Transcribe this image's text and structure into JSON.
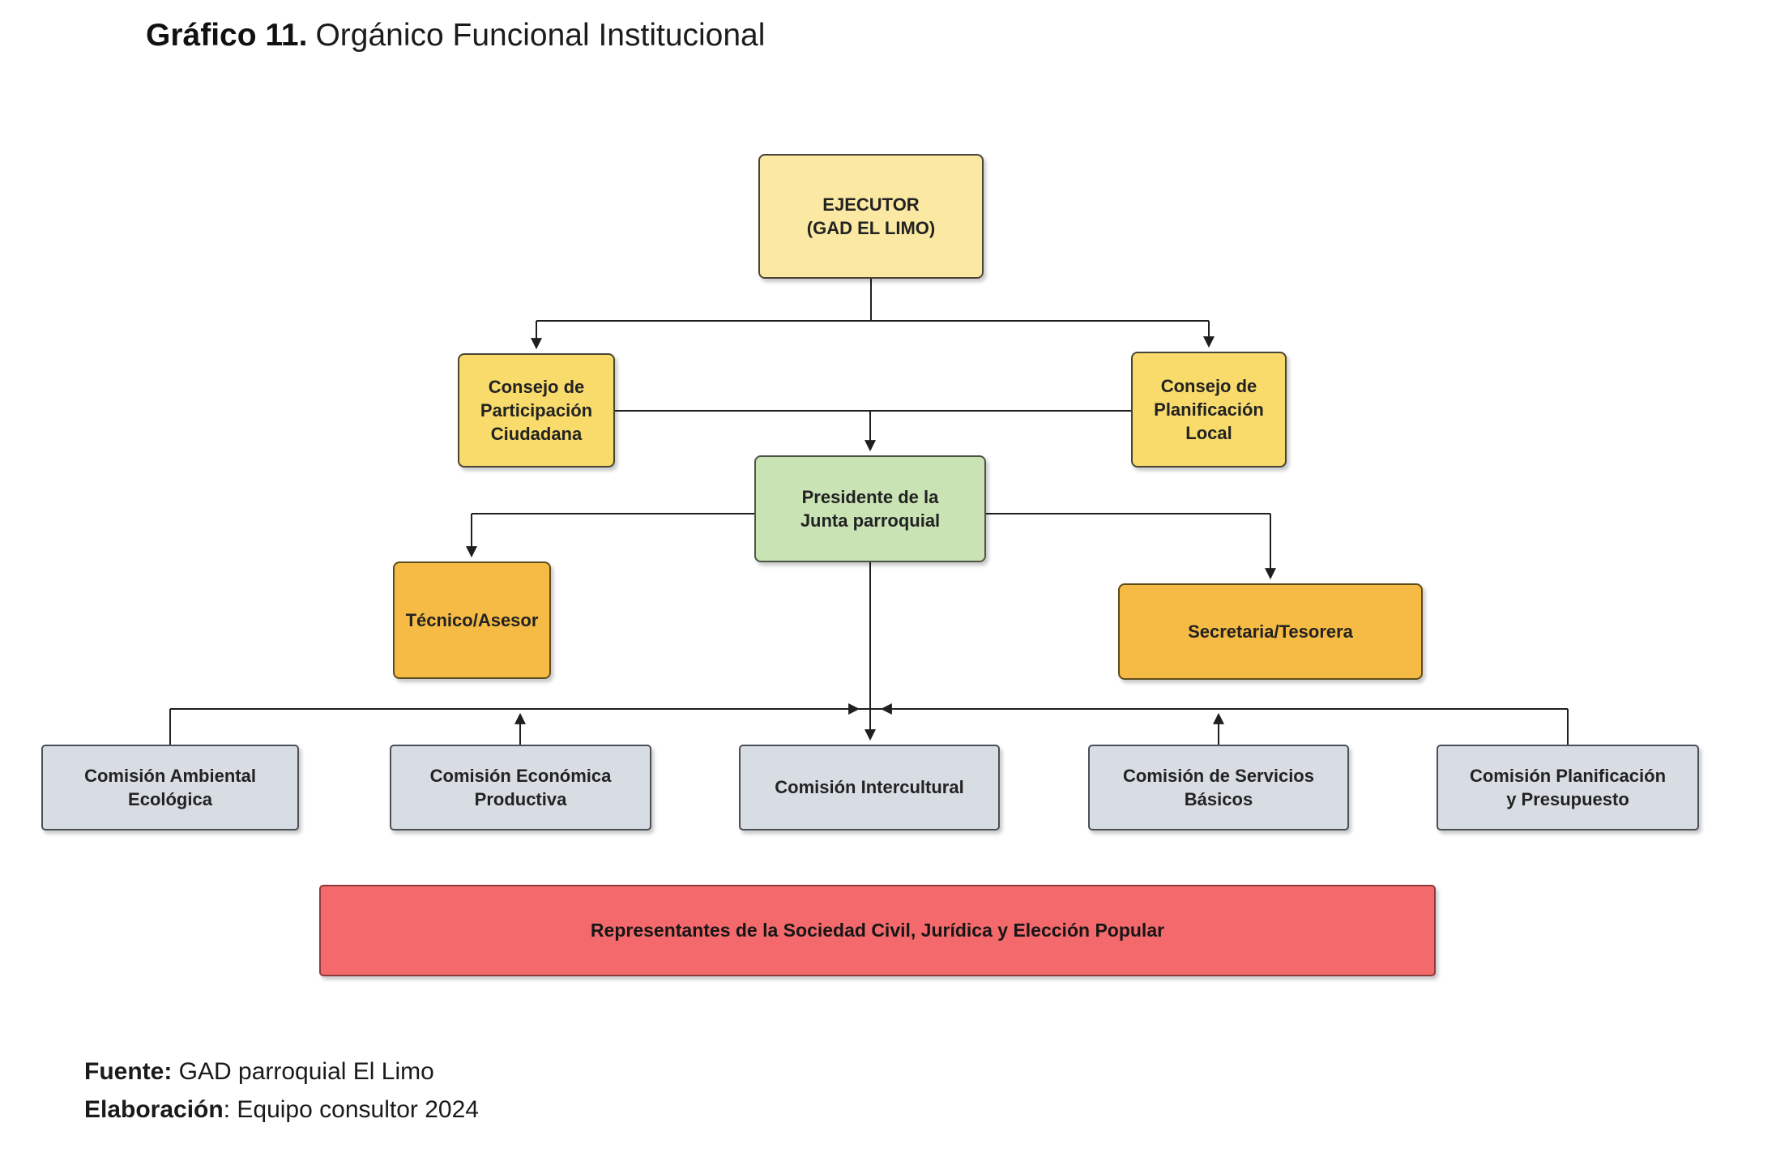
{
  "title": {
    "prefix": "Gráfico 11.",
    "text": "Orgánico Funcional Institucional"
  },
  "nodes": {
    "ejecutor": {
      "label": "EJECUTOR\n(GAD EL LIMO)"
    },
    "consejo_participacion": {
      "label": "Consejo de\nParticipación\nCiudadana"
    },
    "consejo_planificacion": {
      "label": "Consejo de\nPlanificación\nLocal"
    },
    "presidente": {
      "label": "Presidente de la\nJunta parroquial"
    },
    "tecnico": {
      "label": "Técnico/Asesor"
    },
    "secretaria": {
      "label": "Secretaria/Tesorera"
    },
    "comision_ambiental": {
      "label": "Comisión Ambiental\nEcológica"
    },
    "comision_economica": {
      "label": "Comisión Económica\nProductiva"
    },
    "comision_intercultural": {
      "label": "Comisión Intercultural"
    },
    "comision_servicios": {
      "label": "Comisión de Servicios\nBásicos"
    },
    "comision_planificacion": {
      "label": "Comisión Planificación\ny Presupuesto"
    },
    "representantes": {
      "label": "Representantes de la Sociedad Civil, Jurídica y Elección Popular"
    }
  },
  "footer": {
    "fuente_label": "Fuente:",
    "fuente_value": " GAD parroquial El Limo",
    "elaboracion_label": "Elaboración",
    "elaboracion_value": ": Equipo consultor 2024"
  },
  "colors": {
    "ejecutor_fill": "#FBE9A3",
    "consejo_fill": "#F8DB6B",
    "presidente_fill": "#C9E3B5",
    "staff_fill": "#F6BB44",
    "comision_fill": "#D8DDE4",
    "representantes_fill": "#F4696B",
    "connector_line": "#1f1f1f"
  }
}
